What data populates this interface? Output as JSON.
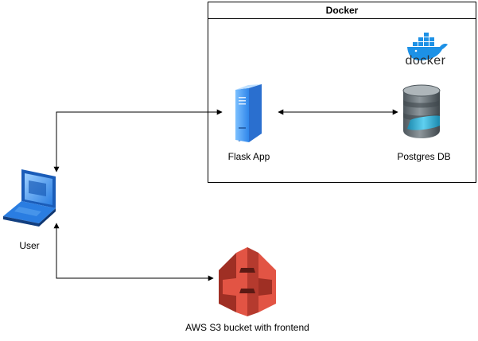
{
  "container": {
    "title": "Docker"
  },
  "nodes": {
    "flask": {
      "label": "Flask App",
      "icon": "server-icon"
    },
    "postgres": {
      "label": "Postgres DB",
      "icon": "database-icon"
    },
    "user": {
      "label": "User",
      "icon": "laptop-icon"
    },
    "s3": {
      "label": "AWS S3 bucket with frontend",
      "icon": "aws-s3-bucket-icon"
    }
  },
  "logo": {
    "text": "docker",
    "icon": "docker-whale-icon"
  },
  "colors": {
    "server_blue": "#3a8ef0",
    "laptop_blue": "#2a7de1",
    "s3_red": "#e25444",
    "db_gray": "#5f6a72",
    "db_teal": "#2aa6c8",
    "docker_blue": "#1d91e6"
  }
}
